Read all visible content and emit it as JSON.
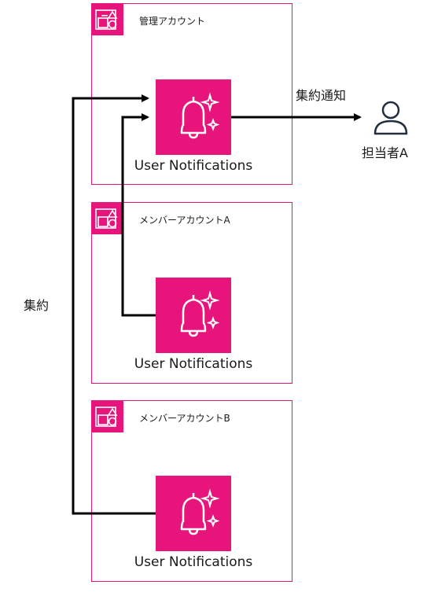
{
  "accounts": {
    "management": {
      "label": "管理アカウント",
      "service_label": "User Notifications"
    },
    "member_a": {
      "label": "メンバーアカウントA",
      "service_label": "User Notifications"
    },
    "member_b": {
      "label": "メンバーアカウントB",
      "service_label": "User Notifications"
    }
  },
  "edges": {
    "aggregate_label": "集約",
    "notify_label": "集約通知"
  },
  "recipient": {
    "label": "担当者A"
  },
  "colors": {
    "accent": "#e7157b",
    "line": "#000000"
  },
  "icons": {
    "account": "account-icon",
    "service": "bell-sparkle-icon",
    "user": "user-icon"
  }
}
